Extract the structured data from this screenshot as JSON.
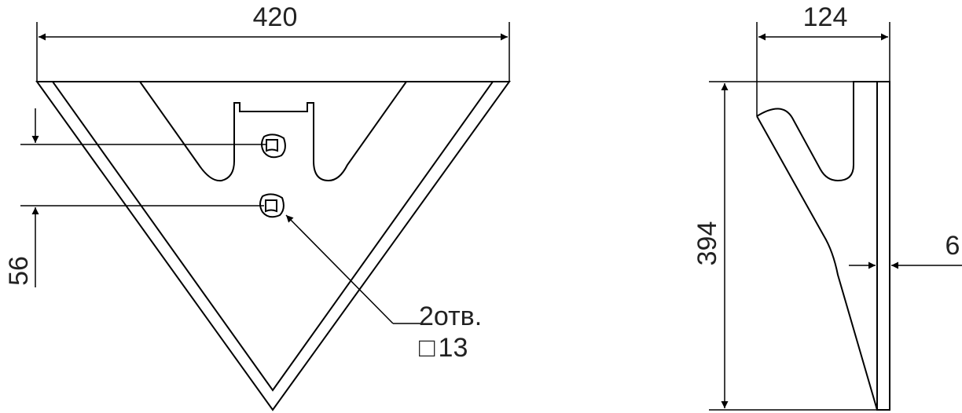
{
  "colors": {
    "line": "#000000",
    "text": "#222222"
  },
  "front_view": {
    "width_dim": "420",
    "hole_spacing_dim": "56",
    "hole_note_line1": "2отв.",
    "hole_note_square_symbol": "□",
    "hole_note_size": "13"
  },
  "side_view": {
    "width_dim": "124",
    "height_dim": "394",
    "thickness_dim": "6"
  }
}
